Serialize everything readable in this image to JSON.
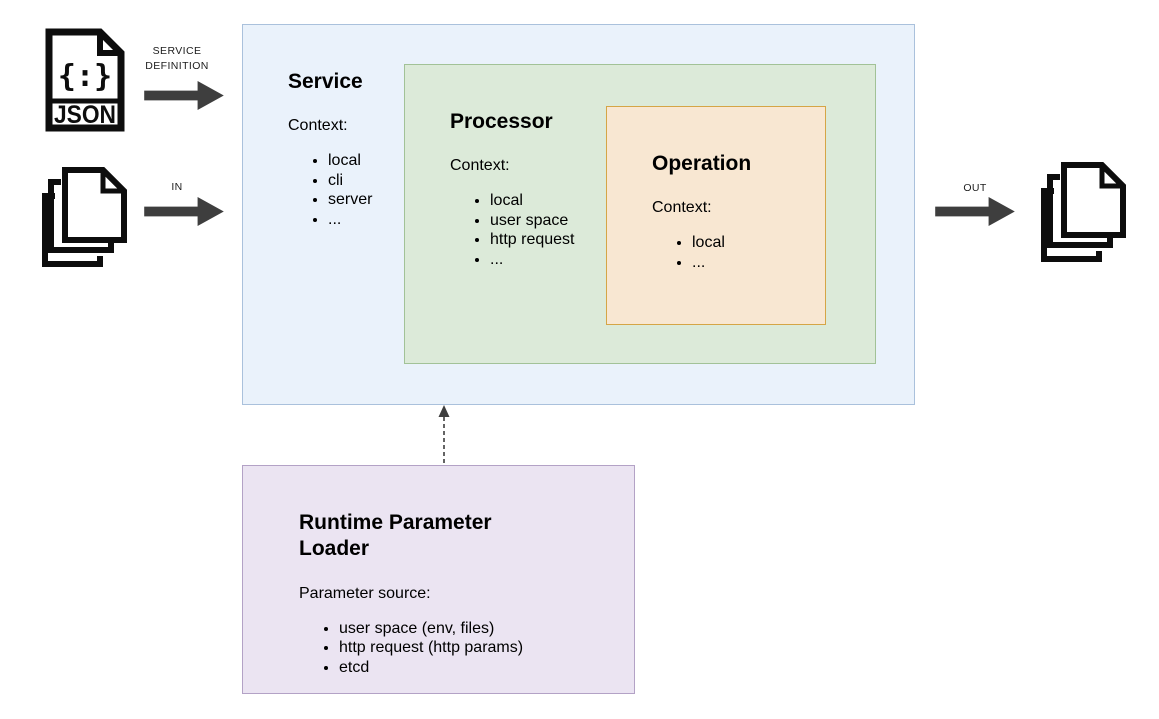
{
  "flow_labels": {
    "service_definition": "SERVICE DEFINITION",
    "in": "IN",
    "out": "OUT"
  },
  "file_icon": {
    "braces": "{:}",
    "label": "JSON"
  },
  "boxes": {
    "service": {
      "title": "Service",
      "context_label": "Context:",
      "context_items": [
        "local",
        "cli",
        "server",
        "..."
      ]
    },
    "processor": {
      "title": "Processor",
      "context_label": "Context:",
      "context_items": [
        "local",
        "user space",
        "http request",
        "..."
      ]
    },
    "operation": {
      "title": "Operation",
      "context_label": "Context:",
      "context_items": [
        "local",
        "..."
      ]
    },
    "runtime_parameter_loader": {
      "title": "Runtime Parameter Loader",
      "context_label": "Parameter source:",
      "context_items": [
        "user space (env, files)",
        "http request (http params)",
        "etcd"
      ]
    }
  },
  "colors": {
    "canvas_bg": "#ffffff",
    "service_fill": "#eaf2fb",
    "service_border": "#aac1dc",
    "processor_fill": "#dcead9",
    "processor_border": "#a2c297",
    "operation_fill": "#f8e7d2",
    "operation_border": "#d5a546",
    "loader_fill": "#ebe4f2",
    "loader_border": "#b3a2c6",
    "arrow": "#3e3e3e",
    "icon_stroke": "#0d0d0d",
    "text": "#000000",
    "flow_label_text": "#1c1c1c"
  }
}
